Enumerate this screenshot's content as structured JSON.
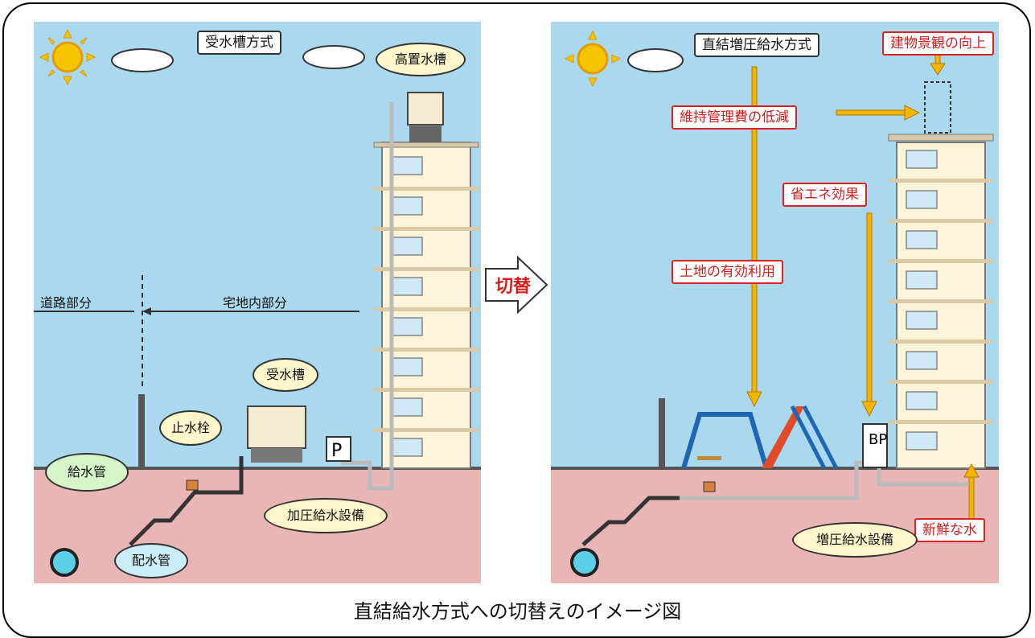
{
  "left": {
    "title": "受水槽方式",
    "elevated_tank": "高置水槽",
    "road_part": "道路部分",
    "residential_part": "宅地内部分",
    "receiving_tank": "受水槽",
    "stop_valve": "止水栓",
    "service_pipe": "給水管",
    "pressure_equipment": "加圧給水設備",
    "distribution_pipe": "配水管",
    "pump_label": "P"
  },
  "switch_label": "切替",
  "right": {
    "title": "直結増圧給水方式",
    "benefit_scenery": "建物景観の向上",
    "benefit_maintenance": "維持管理費の低減",
    "benefit_energy": "省エネ効果",
    "benefit_land": "土地の有効利用",
    "benefit_fresh_water": "新鮮な水",
    "booster_equipment": "増圧給水設備",
    "booster_pump_label": "BP"
  },
  "caption": "直結給水方式への切替えのイメージ図",
  "colors": {
    "sky": "#a9d8ef",
    "ground": "#e9b5b5",
    "arrow": "#f4b400",
    "accent_red": "#d31b1b"
  }
}
